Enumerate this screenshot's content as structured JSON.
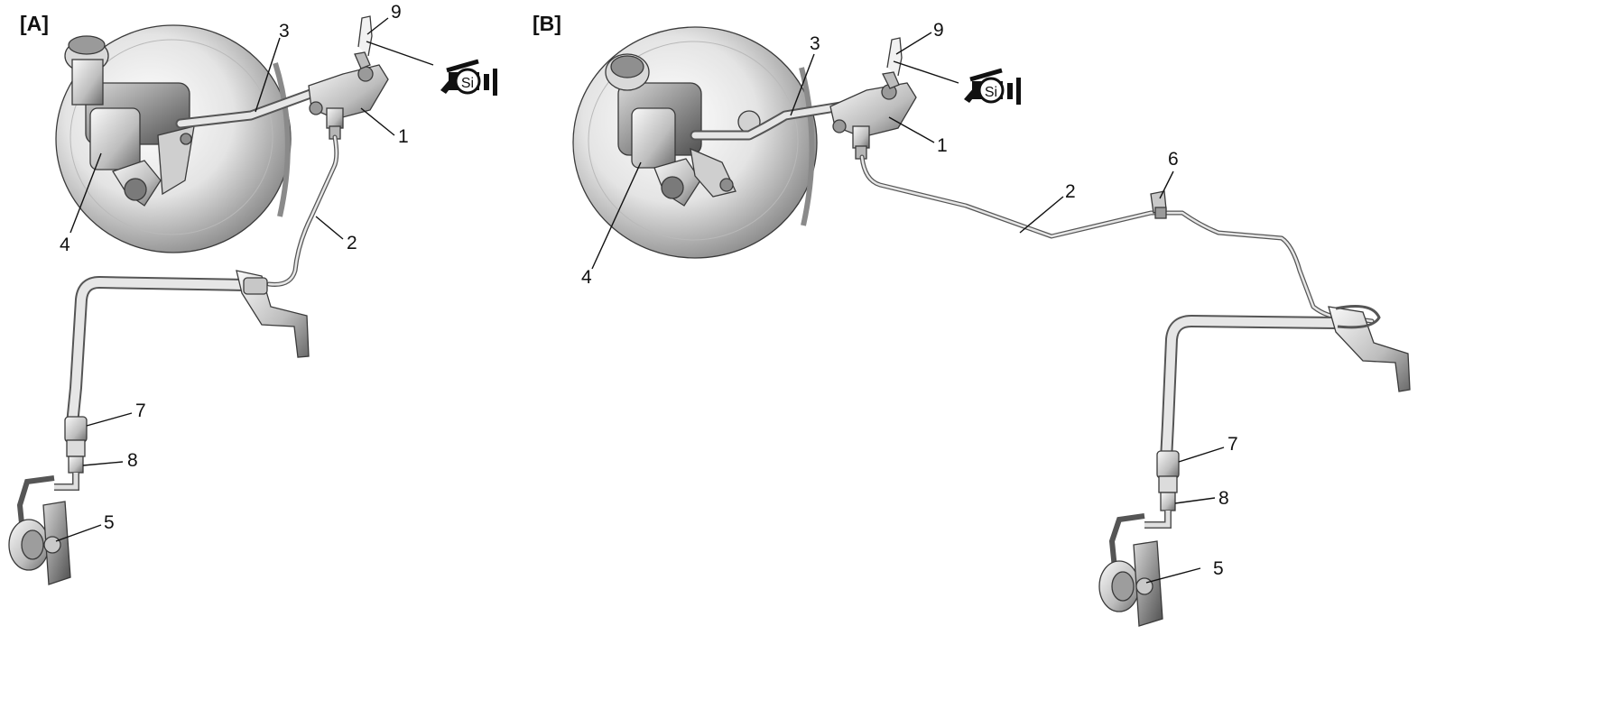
{
  "panels": [
    {
      "id": "A",
      "label": "[A]",
      "callouts": {
        "c1": "1",
        "c2": "2",
        "c3": "3",
        "c4": "4",
        "c5": "5",
        "c7": "7",
        "c8": "8",
        "c9": "9"
      }
    },
    {
      "id": "B",
      "label": "[B]",
      "callouts": {
        "c1": "1",
        "c2": "2",
        "c3": "3",
        "c4": "4",
        "c5": "5",
        "c6": "6",
        "c7": "7",
        "c8": "8",
        "c9": "9"
      }
    }
  ],
  "symbols": {
    "grease_symbol_text": "Si",
    "grease_icon": "silicone-grease-icon"
  },
  "colors": {
    "part_light": "#f2f2f2",
    "part_mid": "#c9c9c9",
    "part_dark": "#6e6e6e",
    "line": "#111111"
  }
}
